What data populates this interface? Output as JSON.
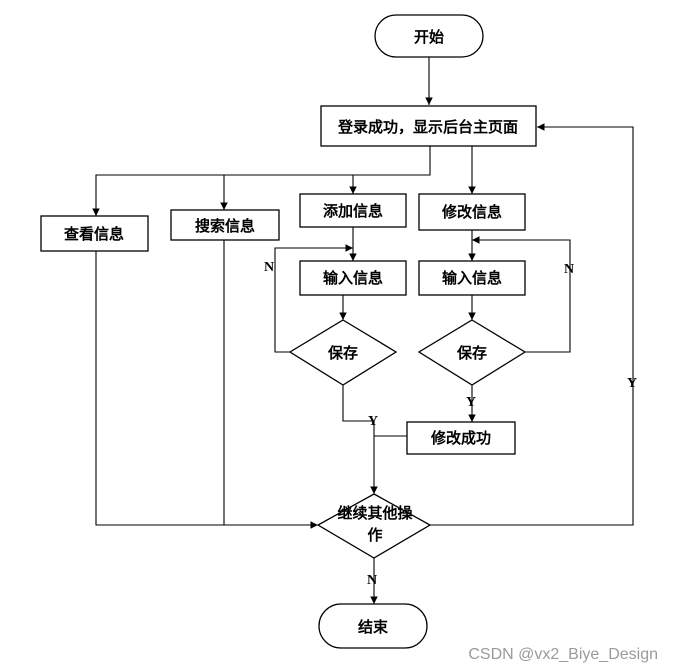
{
  "nodes": {
    "start": "开始",
    "login": "登录成功，显示后台主页面",
    "view": "查看信息",
    "search": "搜索信息",
    "add": "添加信息",
    "modify": "修改信息",
    "input_add": "输入信息",
    "input_modify": "输入信息",
    "save_add": "保存",
    "save_modify": "保存",
    "modify_success": "修改成功",
    "continue_line1": "继续其他操",
    "continue_line2": "作",
    "end": "结束"
  },
  "edge_labels": {
    "save_add_no": "N",
    "save_add_yes": "Y",
    "save_modify_no": "N",
    "save_modify_yes": "Y",
    "continue_yes": "Y",
    "continue_no": "N"
  },
  "watermark": "CSDN @vx2_Biye_Design"
}
